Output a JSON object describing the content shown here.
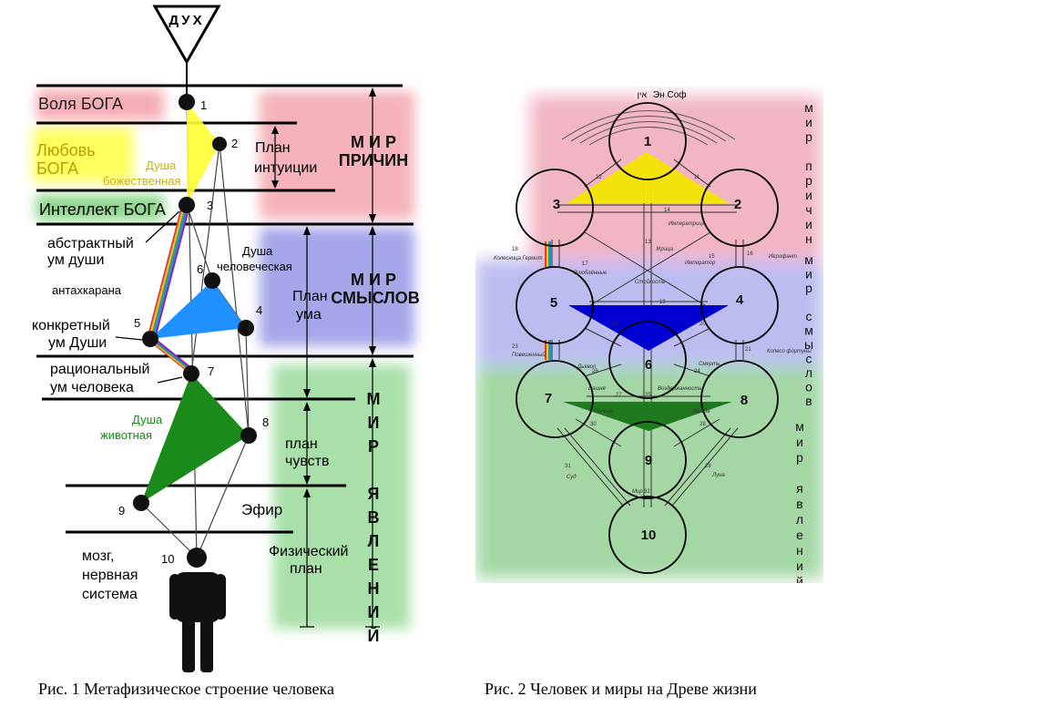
{
  "figure1": {
    "top_triangle_label": "ДУХ",
    "levels": {
      "will": "Воля БОГА",
      "love_line1": "Любовь",
      "love_line2": "БОГА",
      "intellect": "Интеллект БОГА",
      "abstract_line1": "абстрактный",
      "abstract_line2": "ум  души",
      "antahkarana": "антахкарана",
      "concrete_line1": "конкретный",
      "concrete_line2": "ум Души",
      "rational_line1": "рациональный",
      "rational_line2": "ум   человека",
      "ether": "Эфир",
      "brain_line1": "мозг,",
      "brain_line2": "нервная",
      "brain_line3": "система"
    },
    "souls": {
      "divine_line1": "Душа",
      "divine_line2": "божественная",
      "human_line1": "Душа",
      "human_line2": "человеческая",
      "animal_line1": "Душа",
      "animal_line2": "животная"
    },
    "planes": {
      "intuition_line1": "План",
      "intuition_line2": "интуиции",
      "mind_line1": "План",
      "mind_line2": "ума",
      "senses_line1": "план",
      "senses_line2": "чувств",
      "physical_line1": "Физический",
      "physical_line2": "план"
    },
    "worlds": {
      "causes_line1": "М И Р",
      "causes_line2": "ПРИЧИН",
      "meanings_line1": "М И Р",
      "meanings_line2": "СМЫСЛОВ",
      "manifestation_letters": [
        "М",
        "И",
        "Р",
        "",
        "Я",
        "В",
        "Л",
        "Е",
        "Н",
        "И",
        "Й"
      ]
    },
    "node_numbers": [
      "1",
      "2",
      "3",
      "4",
      "5",
      "6",
      "7",
      "8",
      "9",
      "10"
    ],
    "caption": "Рис. 1 Метафизическое строение человека",
    "colors": {
      "yellow": "#ffff33",
      "blue": "#1e90ff",
      "green": "#1a8a1a",
      "red_zone": "#e8425a",
      "blue_zone": "#5b5bd8",
      "green_zone": "#3dbb3d"
    }
  },
  "figure2": {
    "ein_sof": "Эн Соф",
    "ein_sof_glyph": "אין",
    "sephirot": [
      "1",
      "2",
      "3",
      "4",
      "5",
      "6",
      "7",
      "8",
      "9",
      "10"
    ],
    "world_causes_letters": [
      "м",
      "и",
      "р",
      "",
      "п",
      "р",
      "и",
      "ч",
      "и",
      "н"
    ],
    "world_meanings_letters": [
      "м",
      "и",
      "р",
      "",
      "с",
      "м",
      "ы",
      "с",
      "л",
      "о",
      "в"
    ],
    "world_manifest_letters": [
      "м",
      "и",
      "р",
      "",
      "я",
      "в",
      "л",
      "е",
      "н",
      "и",
      "й"
    ],
    "path_labels": {
      "p11": "11",
      "p12": "12",
      "p13": "13",
      "p14": "14",
      "p15": "15",
      "p16": "16",
      "p17": "17",
      "p18": "18",
      "p19": "19",
      "p20": "20",
      "p21": "21",
      "p22": "22",
      "p23": "23",
      "p24": "24",
      "p25": "25",
      "p26": "26",
      "p27": "27",
      "p28": "28",
      "p29": "29",
      "p30": "30",
      "p31": "31",
      "p32": "32",
      "empress": "Императрица",
      "emperor": "Император",
      "priestess": "Жрица",
      "lovers": "Влюблённые",
      "chariot_hermit": "Колесница Гермит",
      "hierophant": "Иерофант",
      "strength": "Стойкость",
      "wheel": "Колесо фортуны",
      "hanged": "Повешенный",
      "devil": "Дьявол",
      "death": "Смерть",
      "tower": "Башня",
      "temperance": "Воздержанность",
      "sun": "Солнце",
      "star": "Звезда",
      "judgement": "Суд",
      "moon": "Луна",
      "world": "Мир"
    },
    "caption": "Рис. 2 Человек и миры на Древе жизни",
    "colors": {
      "yellow": "#f2e600",
      "blue": "#0000d0",
      "green": "#1f7a1f",
      "red_zone": "#e05a7a",
      "blue_zone": "#6a6ae0",
      "green_zone": "#35a635"
    }
  }
}
